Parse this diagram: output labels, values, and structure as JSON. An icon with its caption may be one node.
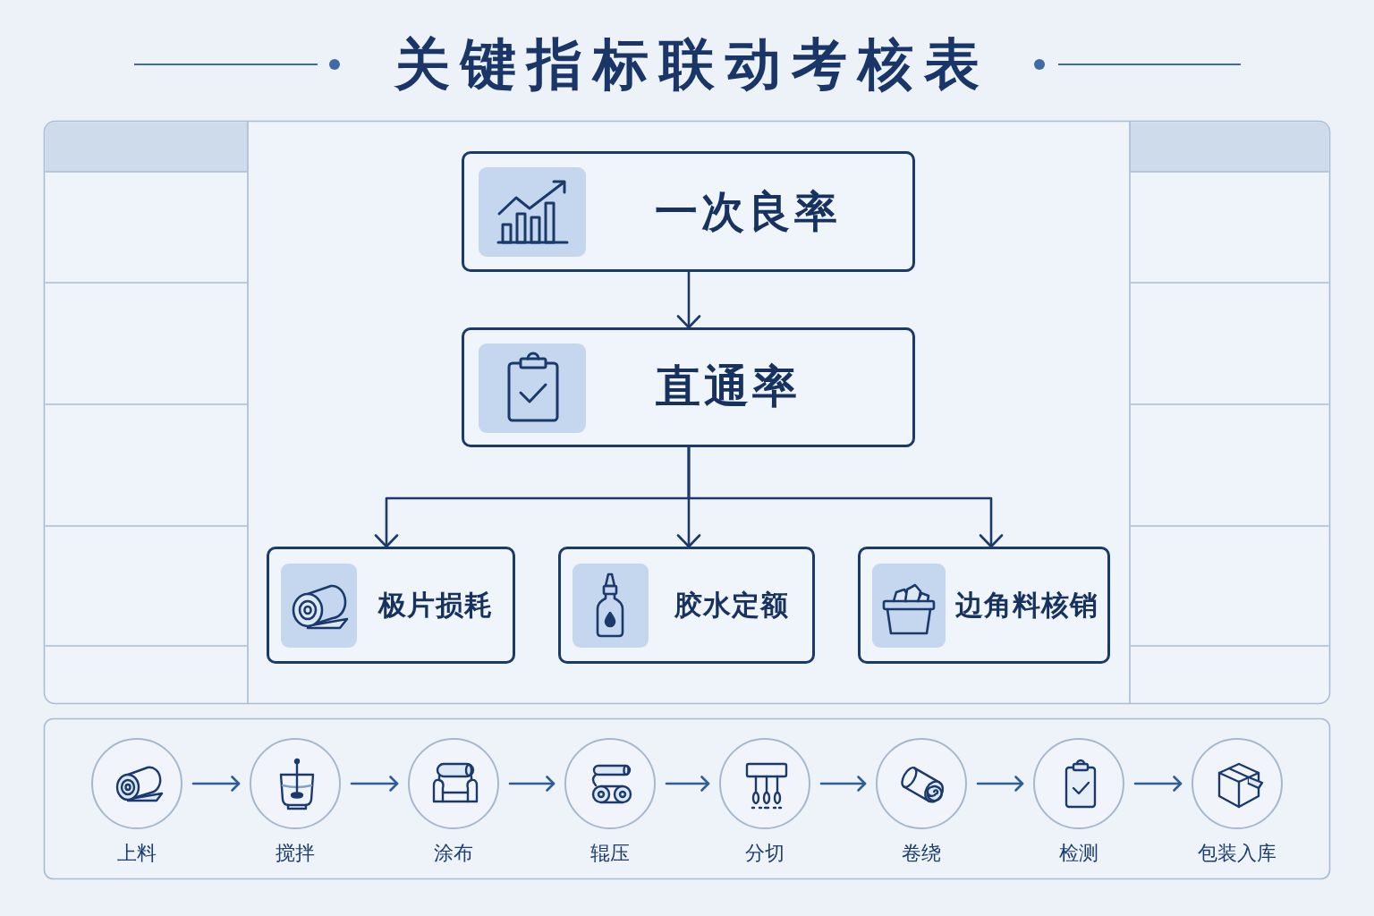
{
  "diagram": {
    "title": "关键指标联动考核表",
    "nodes": [
      {
        "text": [
          "一次良率"
        ]
      },
      {
        "text": [
          "直通率"
        ]
      },
      {
        "text": [
          "极片损耗"
        ]
      },
      {
        "text": [
          "胶水定额"
        ]
      },
      {
        "text": [
          "边角料核销"
        ]
      },
      {
        "text": [
          "上料"
        ]
      },
      {
        "text": [
          "搅拌"
        ]
      },
      {
        "text": [
          "涂布"
        ]
      },
      {
        "text": [
          "辊压"
        ]
      },
      {
        "text": [
          "分切"
        ]
      },
      {
        "text": [
          "卷绕"
        ]
      },
      {
        "text": [
          "检测"
        ]
      },
      {
        "text": [
          "包装入库"
        ]
      }
    ],
    "edges": [
      {
        "from": 0,
        "to": 1,
        "arrow": "to",
        "color": "#1b3a6b"
      },
      {
        "from": 1,
        "to": 2,
        "arrow": "to",
        "color": "#1b3a6b"
      },
      {
        "from": 1,
        "to": 3,
        "arrow": "to",
        "color": "#1b3a6b"
      },
      {
        "from": 1,
        "to": 4,
        "arrow": "to",
        "color": "#1b3a6b"
      },
      {
        "from": 5,
        "to": 6,
        "arrow": "to"
      },
      {
        "from": 6,
        "to": 7,
        "arrow": "to"
      },
      {
        "from": 7,
        "to": 8,
        "arrow": "to"
      },
      {
        "from": 8,
        "to": 9,
        "arrow": "to"
      },
      {
        "from": 9,
        "to": 10,
        "arrow": "to"
      },
      {
        "from": 10,
        "to": 11,
        "arrow": "to"
      },
      {
        "from": 11,
        "to": 12,
        "arrow": "to"
      }
    ]
  }
}
